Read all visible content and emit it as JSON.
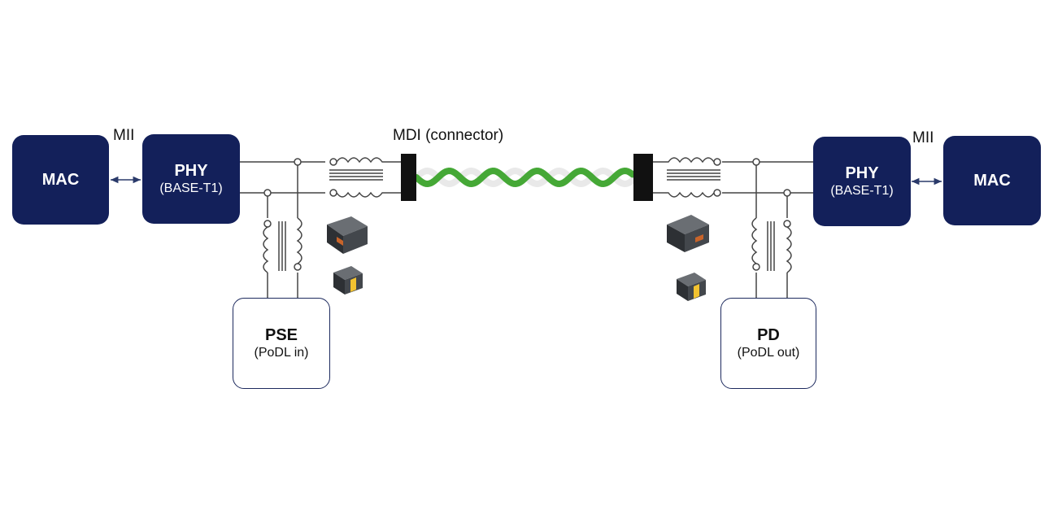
{
  "labels": {
    "mii_left": "MII",
    "mii_right": "MII",
    "mdi": "MDI (connector)"
  },
  "blocks": {
    "mac_left": {
      "title": "MAC"
    },
    "phy_left": {
      "title": "PHY",
      "subtitle": "(BASE-T1)"
    },
    "pse": {
      "title": "PSE",
      "subtitle": "(PoDL in)"
    },
    "pd": {
      "title": "PD",
      "subtitle": "(PoDL out)"
    },
    "phy_right": {
      "title": "PHY",
      "subtitle": "(BASE-T1)"
    },
    "mac_right": {
      "title": "MAC"
    }
  },
  "colors": {
    "block_fill": "#13205a",
    "cable_green": "#45a836",
    "cable_white": "#e9e9e9",
    "line": "#444444"
  }
}
